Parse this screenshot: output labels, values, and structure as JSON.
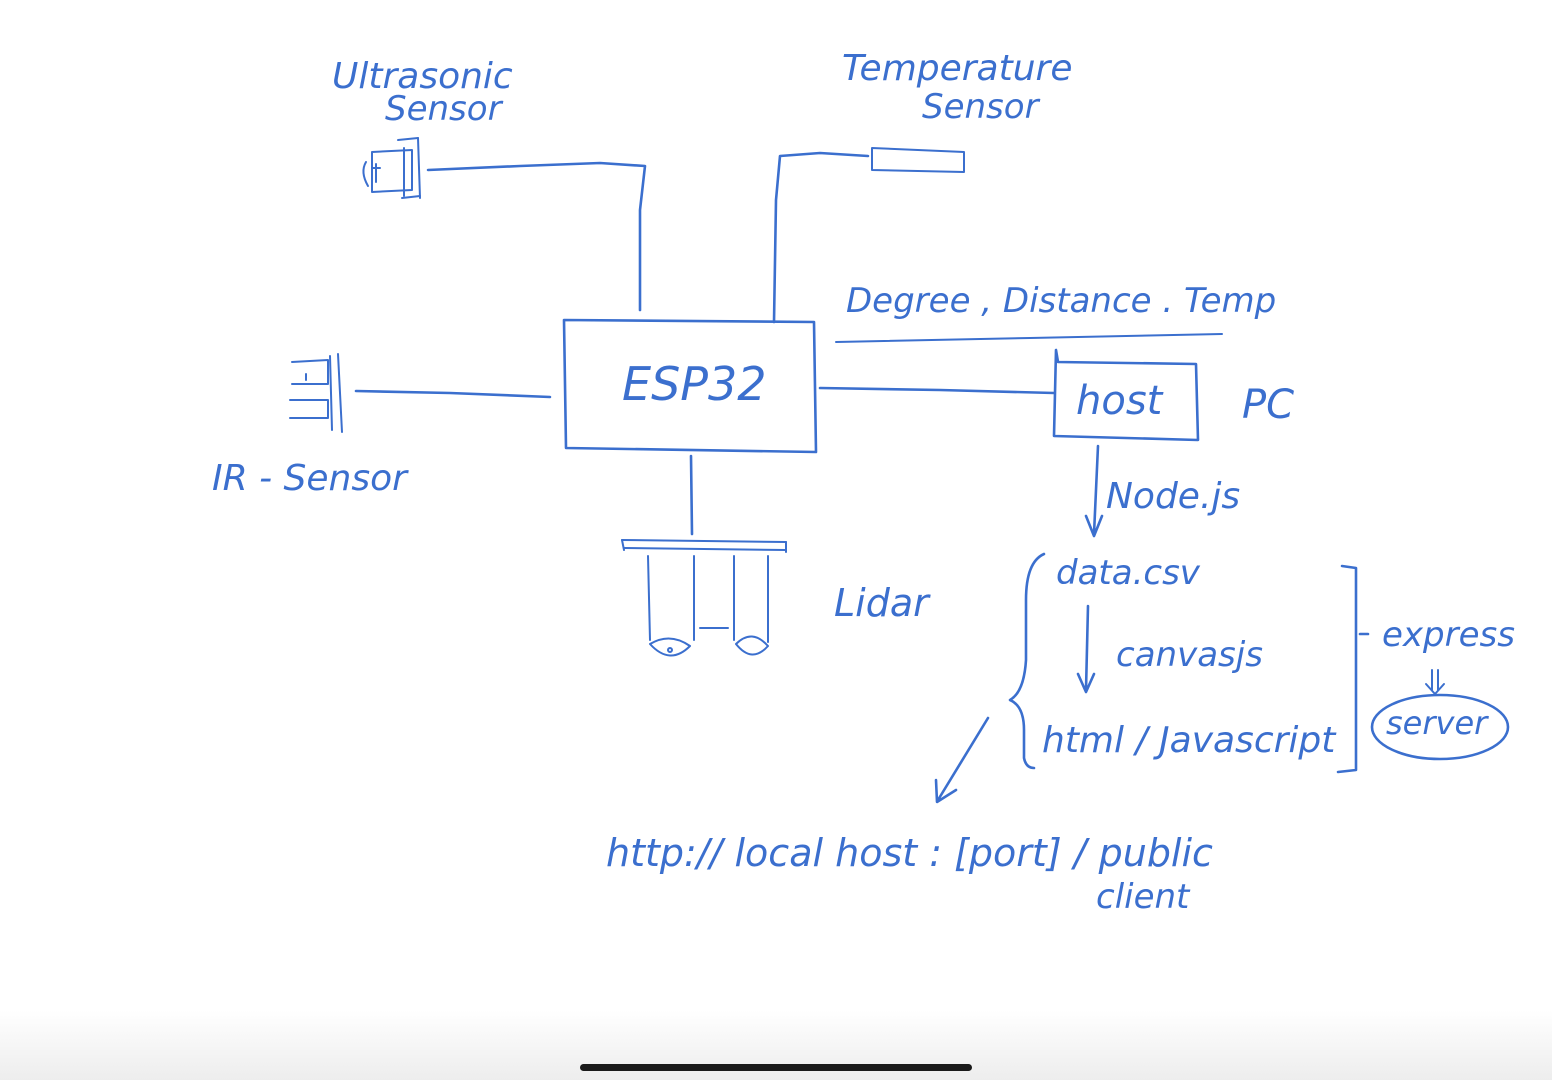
{
  "colors": {
    "ink": "#3b6fce",
    "background": "#ffffff"
  },
  "labels": {
    "ultrasonic_line1": "Ultrasonic",
    "ultrasonic_line2": "Sensor",
    "temperature_line1": "Temperature",
    "temperature_line2": "Sensor",
    "esp32": "ESP32",
    "ir_sensor": "IR - Sensor",
    "lidar": "Lidar",
    "data_fields": "Degree , Distance . Temp",
    "host": "host",
    "pc": "PC",
    "nodejs": "Node.js",
    "data_csv": "data.csv",
    "canvasjs": "canvasjs",
    "html_js": "html / Javascript",
    "express": "express",
    "server": "server",
    "url": "http:// local host : [port] / public",
    "client": "client"
  }
}
